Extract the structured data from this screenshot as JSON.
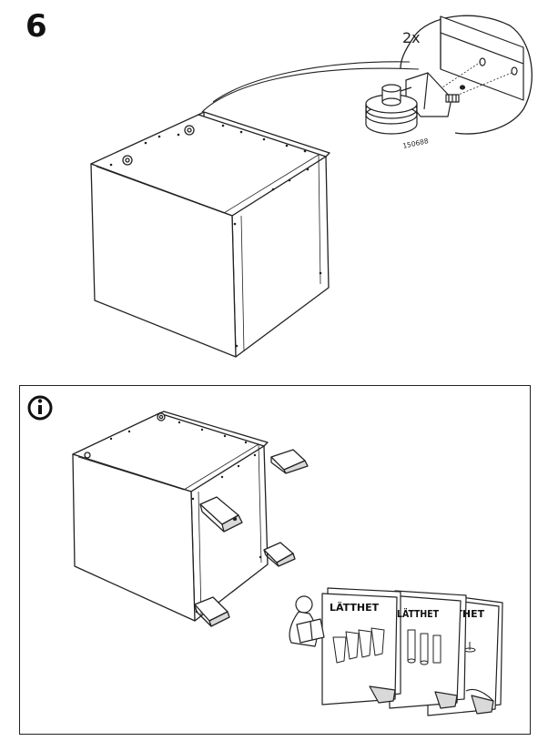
{
  "step": {
    "number": "6"
  },
  "detail": {
    "quantity": "2x",
    "part_number": "150688"
  },
  "info": {
    "icon": "info-icon"
  },
  "booklets": [
    {
      "title": "LÄTTHET"
    },
    {
      "title": "LÄTTHET"
    },
    {
      "title": "LÄTTHET"
    }
  ],
  "colors": {
    "line": "#222222",
    "fill": "#ffffff",
    "shadow": "#d9d9d9"
  }
}
